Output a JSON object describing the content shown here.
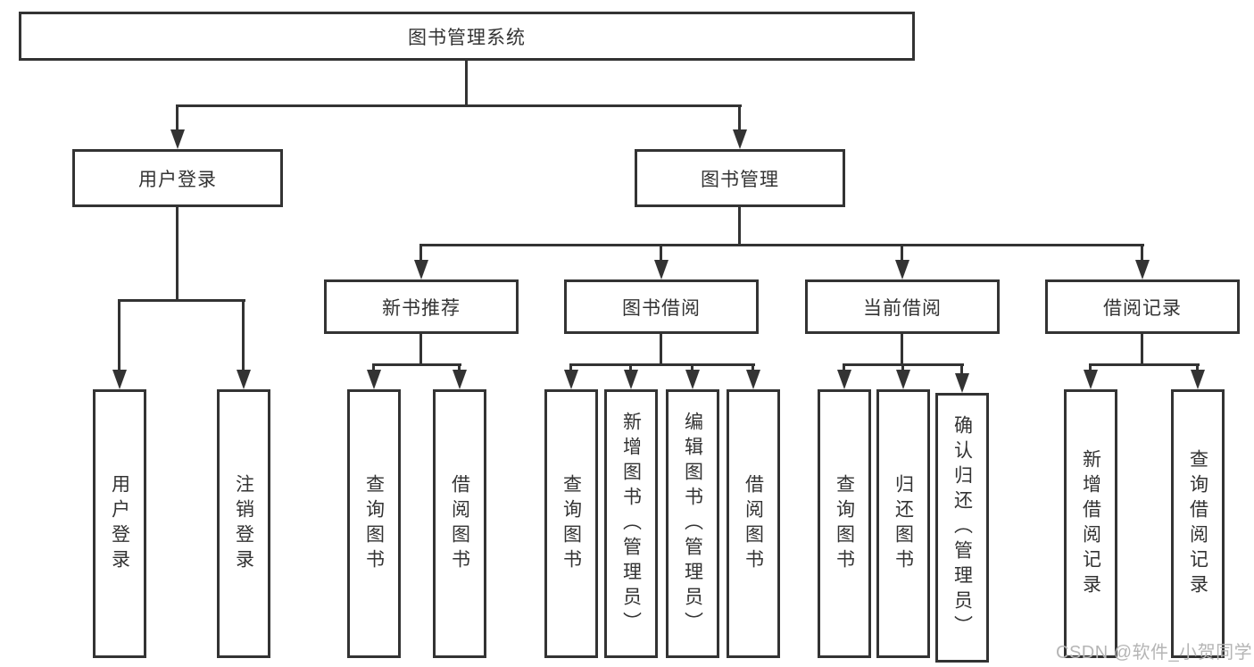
{
  "tree": {
    "root": {
      "label": "图书管理系统"
    },
    "level2": [
      {
        "label": "用户登录",
        "children": [
          {
            "label": "用户登录"
          },
          {
            "label": "注销登录"
          }
        ]
      },
      {
        "label": "图书管理",
        "children": [
          {
            "label": "新书推荐",
            "children": [
              {
                "label": "查询图书"
              },
              {
                "label": "借阅图书"
              }
            ]
          },
          {
            "label": "图书借阅",
            "children": [
              {
                "label": "查询图书"
              },
              {
                "label": "新增图书（管理员）"
              },
              {
                "label": "编辑图书（管理员）"
              },
              {
                "label": "借阅图书"
              }
            ]
          },
          {
            "label": "当前借阅",
            "children": [
              {
                "label": "查询图书"
              },
              {
                "label": "归还图书"
              },
              {
                "label": "确认归还（管理员）"
              }
            ]
          },
          {
            "label": "借阅记录",
            "children": [
              {
                "label": "新增借阅记录"
              },
              {
                "label": "查询借阅记录"
              }
            ]
          }
        ]
      }
    ]
  },
  "watermark": "CSDN @软件_小贺同学",
  "colors": {
    "line": "#333333",
    "text": "#333333",
    "background": "#ffffff",
    "watermark": "#b5b5b5"
  }
}
